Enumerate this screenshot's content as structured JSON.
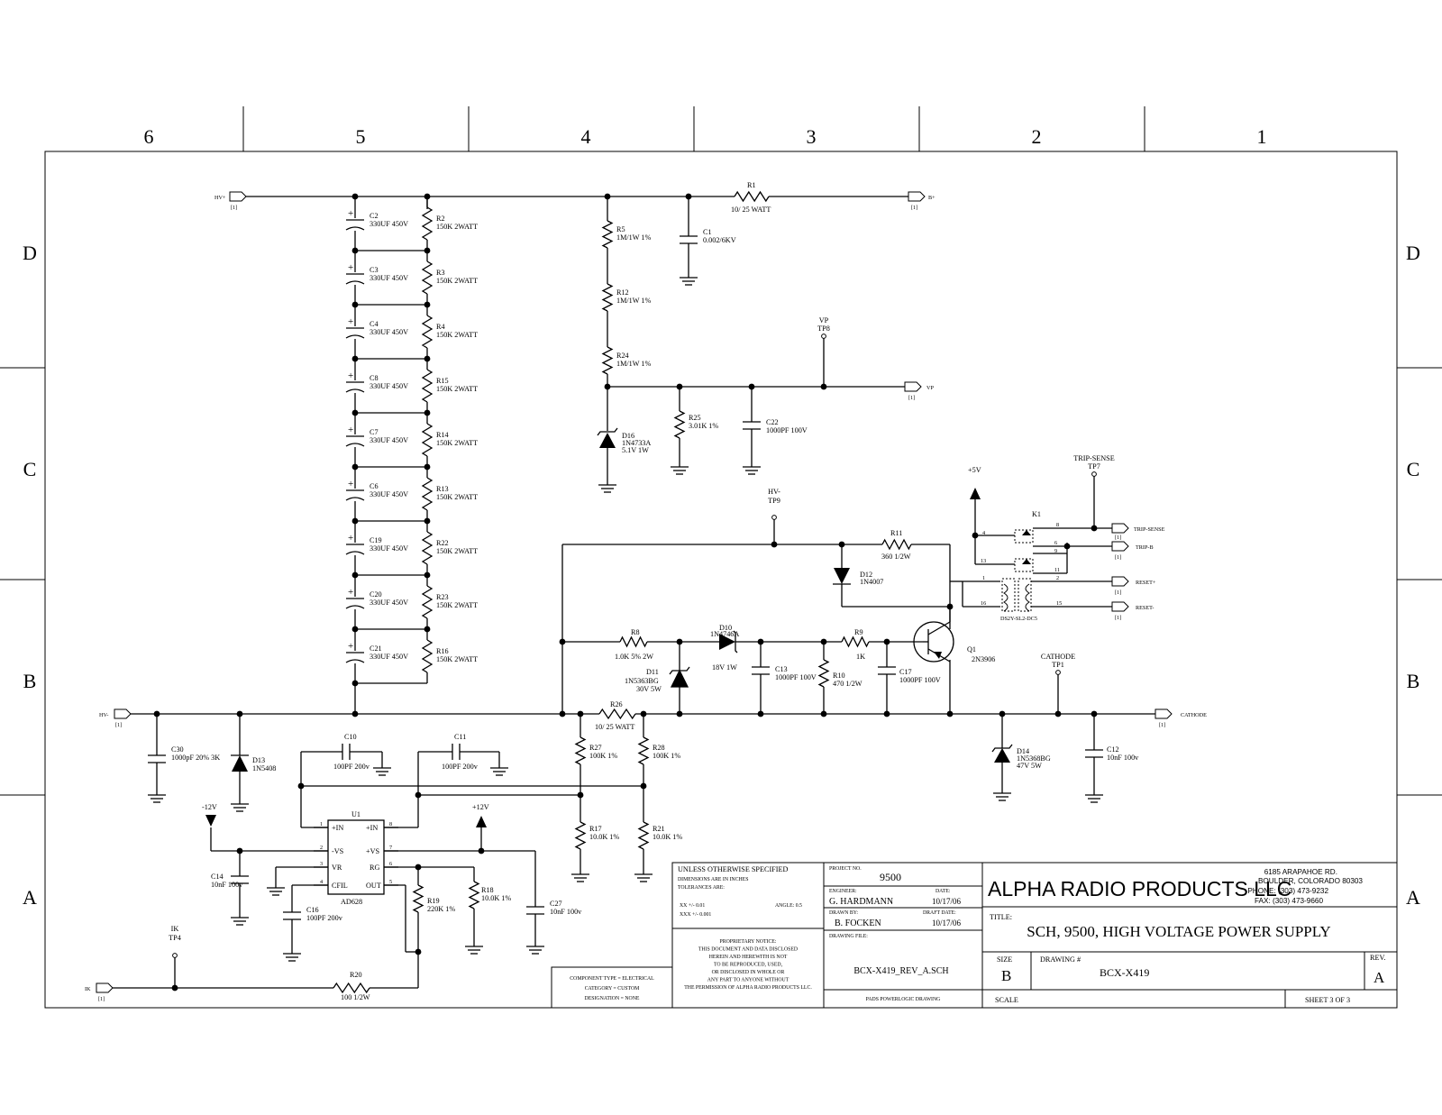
{
  "zones": {
    "columns": [
      "6",
      "5",
      "4",
      "3",
      "2",
      "1"
    ],
    "rows": [
      "D",
      "C",
      "B",
      "A"
    ]
  },
  "ports": {
    "hv_plus": "HV+",
    "b_plus": "B+",
    "vp_out": "VP",
    "hv_minus": "HV-",
    "cathode_out": "CATHODE",
    "ik_in": "IK",
    "trip_sense": "TRIP-SENSE",
    "trip_b": "TRIP-B",
    "reset_plus": "RESET+",
    "reset_minus": "RESET-",
    "sheet_ref": "[1]"
  },
  "testpoints": {
    "vp": {
      "net": "VP",
      "tp": "TP8"
    },
    "hv_minus": {
      "net": "HV-",
      "tp": "TP9"
    },
    "trip_sense": {
      "net": "TRIP-SENSE",
      "tp": "TP7"
    },
    "cathode": {
      "net": "CATHODE",
      "tp": "TP1"
    },
    "ik": {
      "net": "IK",
      "tp": "TP4"
    }
  },
  "power": {
    "p5v": "+5V",
    "m12v": "-12V",
    "p12v": "+12V"
  },
  "components": {
    "cap_stack": [
      {
        "ref": "C2",
        "val": "330UF 450V"
      },
      {
        "ref": "C3",
        "val": "330UF 450V"
      },
      {
        "ref": "C4",
        "val": "330UF 450V"
      },
      {
        "ref": "C8",
        "val": "330UF 450V"
      },
      {
        "ref": "C7",
        "val": "330UF 450V"
      },
      {
        "ref": "C6",
        "val": "330UF 450V"
      },
      {
        "ref": "C19",
        "val": "330UF 450V"
      },
      {
        "ref": "C20",
        "val": "330UF 450V"
      },
      {
        "ref": "C21",
        "val": "330UF 450V"
      }
    ],
    "res_stack": [
      {
        "ref": "R2",
        "val": "150K 2WATT"
      },
      {
        "ref": "R3",
        "val": "150K 2WATT"
      },
      {
        "ref": "R4",
        "val": "150K 2WATT"
      },
      {
        "ref": "R15",
        "val": "150K 2WATT"
      },
      {
        "ref": "R14",
        "val": "150K 2WATT"
      },
      {
        "ref": "R13",
        "val": "150K 2WATT"
      },
      {
        "ref": "R22",
        "val": "150K 2WATT"
      },
      {
        "ref": "R23",
        "val": "150K 2WATT"
      },
      {
        "ref": "R16",
        "val": "150K 2WATT"
      }
    ],
    "R1": {
      "ref": "R1",
      "val": "10/ 25 WATT"
    },
    "R5": {
      "ref": "R5",
      "val": "1M/1W 1%"
    },
    "R12": {
      "ref": "R12",
      "val": "1M/1W 1%"
    },
    "R24": {
      "ref": "R24",
      "val": "1M/1W 1%"
    },
    "C1": {
      "ref": "C1",
      "val": "0.002/6KV"
    },
    "D16": {
      "ref": "D16",
      "val": "1N4733A",
      "val2": "5.1V 1W"
    },
    "R25": {
      "ref": "R25",
      "val": "3.01K 1%"
    },
    "C22": {
      "ref": "C22",
      "val": "1000PF 100V"
    },
    "R11": {
      "ref": "R11",
      "val": "360 1/2W"
    },
    "D12": {
      "ref": "D12",
      "val": "1N4007"
    },
    "K1": {
      "ref": "K1",
      "val": "DS2Y-SL2-DC5"
    },
    "R8": {
      "ref": "R8",
      "val": "1.0K 5% 2W"
    },
    "D10": {
      "ref": "D10",
      "val": "1N4746A",
      "val2": "18V 1W"
    },
    "R9": {
      "ref": "R9",
      "val": "1K"
    },
    "Q1": {
      "ref": "Q1",
      "val": "2N3906"
    },
    "D11": {
      "ref": "D11",
      "val": "1N5363BG",
      "val2": "30V 5W"
    },
    "C13": {
      "ref": "C13",
      "val": "1000PF 100V"
    },
    "R10": {
      "ref": "R10",
      "val": "470 1/2W"
    },
    "C17": {
      "ref": "C17",
      "val": "1000PF 100V"
    },
    "R26": {
      "ref": "R26",
      "val": "10/ 25 WATT"
    },
    "C30": {
      "ref": "C30",
      "val": "1000pF 20% 3K"
    },
    "D13": {
      "ref": "D13",
      "val": "1N5408"
    },
    "C10": {
      "ref": "C10",
      "val": "100PF 200v"
    },
    "C11": {
      "ref": "C11",
      "val": "100PF 200v"
    },
    "R27": {
      "ref": "R27",
      "val": "100K 1%"
    },
    "R28": {
      "ref": "R28",
      "val": "100K 1%"
    },
    "R17": {
      "ref": "R17",
      "val": "10.0K 1%"
    },
    "R21": {
      "ref": "R21",
      "val": "10.0K 1%"
    },
    "D14": {
      "ref": "D14",
      "val": "1N5368BG",
      "val2": "47V 5W"
    },
    "C12": {
      "ref": "C12",
      "val": "10nF 100v"
    },
    "C14": {
      "ref": "C14",
      "val": "10nF 100v"
    },
    "C16": {
      "ref": "C16",
      "val": "100PF 200v"
    },
    "R19": {
      "ref": "R19",
      "val": "220K 1%"
    },
    "R18": {
      "ref": "R18",
      "val": "10.0K 1%"
    },
    "C27": {
      "ref": "C27",
      "val": "10nF 100v"
    },
    "R20": {
      "ref": "R20",
      "val": "100 1/2W"
    }
  },
  "u1": {
    "ref": "U1",
    "part": "AD628",
    "left_pins": [
      {
        "num": "1",
        "name": "+IN"
      },
      {
        "num": "2",
        "name": "-VS"
      },
      {
        "num": "3",
        "name": "VR"
      },
      {
        "num": "4",
        "name": "CFIL"
      }
    ],
    "right_pins": [
      {
        "num": "8",
        "name": "+IN"
      },
      {
        "num": "7",
        "name": "+VS"
      },
      {
        "num": "6",
        "name": "RG"
      },
      {
        "num": "5",
        "name": "OUT"
      }
    ]
  },
  "relay_pins": [
    "8",
    "4",
    "6",
    "9",
    "13",
    "11",
    "1",
    "2",
    "16",
    "15"
  ],
  "title_block": {
    "tolerance_heading": "UNLESS OTHERWISE SPECIFIED",
    "tolerance_line1": "DIMENSIONS ARE IN INCHES",
    "tolerance_line2": "TOLERANCES ARE:",
    "tol_xx": "XX +/- 0.01",
    "tol_angle": "ANGLE: 0.5",
    "tol_xxx": "XXX +/- 0.001",
    "proprietary": [
      "PROPRIETARY NOTICE:",
      "THIS DOCUMENT AND DATA DISCLOSED",
      "HEREIN AND HEREWITH IS NOT",
      "TO BE REPRODUCED, USED,",
      "OR DISCLOSED IN WHOLE OR",
      "ANY PART TO ANYONE WITHOUT",
      "THE PERMISSION OF ALPHA RADIO PRODUCTS LLC."
    ],
    "component_type": "COMPONENT TYPE = ELECTRICAL",
    "category": "CATEGORY = CUSTOM",
    "designation": "DESIGNATION = NONE",
    "project_no_label": "PROJECT NO.",
    "project_no": "9500",
    "engineer_label": "ENGINEER:",
    "engineer": "G. HARDMANN",
    "date_label": "DATE:",
    "date": "10/17/06",
    "drawn_by_label": "DRAWN BY:",
    "drawn_by": "B. FOCKEN",
    "draft_date_label": "DRAFT DATE:",
    "draft_date": "10/17/06",
    "drawing_file_label": "DRAWING FILE:",
    "drawing_file": "BCX-X419_REV_A.SCH",
    "pads_label": "PADS POWERLOGIC DRAWING",
    "company": "ALPHA RADIO PRODUCTS LLC",
    "address": [
      "6185 ARAPAHOE RD.",
      "BOULDER, COLORADO 80303",
      "PHONE: (303) 473-9232",
      "FAX: (303) 473-9660"
    ],
    "title_label": "TITLE:",
    "title": "SCH, 9500, HIGH VOLTAGE POWER SUPPLY",
    "size_label": "SIZE",
    "size": "B",
    "drawing_no_label": "DRAWING #",
    "drawing_no": "BCX-X419",
    "rev_label": "REV.",
    "rev": "A",
    "scale_label": "SCALE",
    "sheet": "SHEET 3 OF 3"
  }
}
